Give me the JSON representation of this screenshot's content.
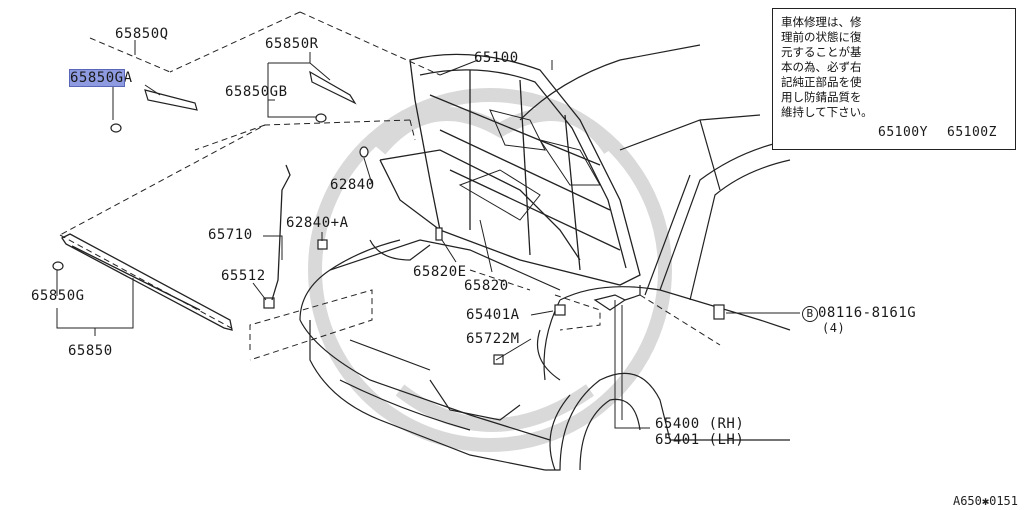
{
  "labels": {
    "p65850q": "65850Q",
    "p65850ga_main": "65850G",
    "p65850ga_suffix": "A",
    "p65850r": "65850R",
    "p65850gb": "65850GB",
    "p65100": "65100",
    "p62840": "62840",
    "p65710": "65710",
    "p62840a": "62840+A",
    "p65512": "65512",
    "p65850g": "65850G",
    "p65850": "65850",
    "p65820e": "65820E",
    "p65820": "65820",
    "p65401a": "65401A",
    "p65722m": "65722M",
    "p65400": "65400 (RH)",
    "p65401": "65401 (LH)",
    "bolt_mark": "B",
    "bolt_part": "08116-8161G",
    "bolt_qty": "(4)",
    "p65100y": "65100Y",
    "p65100z": "65100Z"
  },
  "note": {
    "lines": [
      "車体修理は、修",
      "理前の状態に復",
      "元することが基",
      "本の為、必ず右",
      "記純正部品を使",
      "用し防錆品質を",
      "維持して下さい。"
    ]
  },
  "highlight_color": "#8f9be0",
  "reference": "A650✱0151"
}
